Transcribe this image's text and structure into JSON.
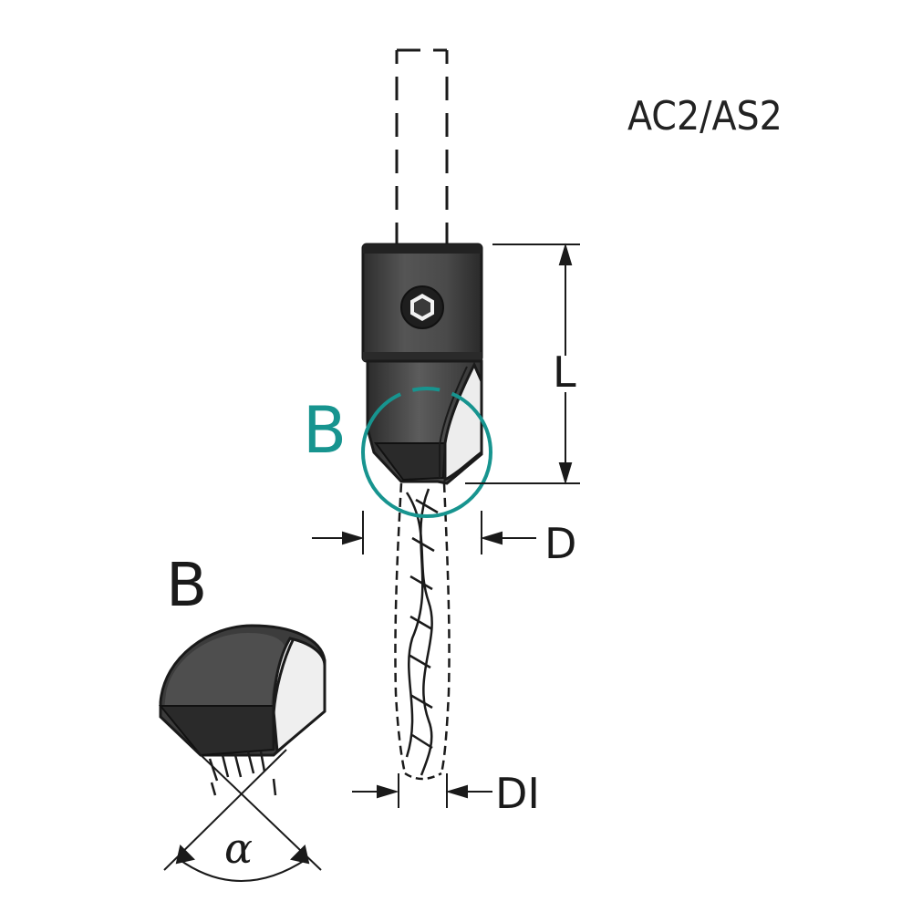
{
  "model_label": "AC2/AS2",
  "detail_marker_label": "B",
  "detail_view_label": "B",
  "dimensions": {
    "length": "L",
    "diameter": "D",
    "drill_diameter": "DI",
    "angle": "α"
  },
  "colors": {
    "accent": "#17948f",
    "body_dark": "#3a3a3a",
    "body_mid": "#5a5a5a",
    "line": "#1a1a1a"
  }
}
